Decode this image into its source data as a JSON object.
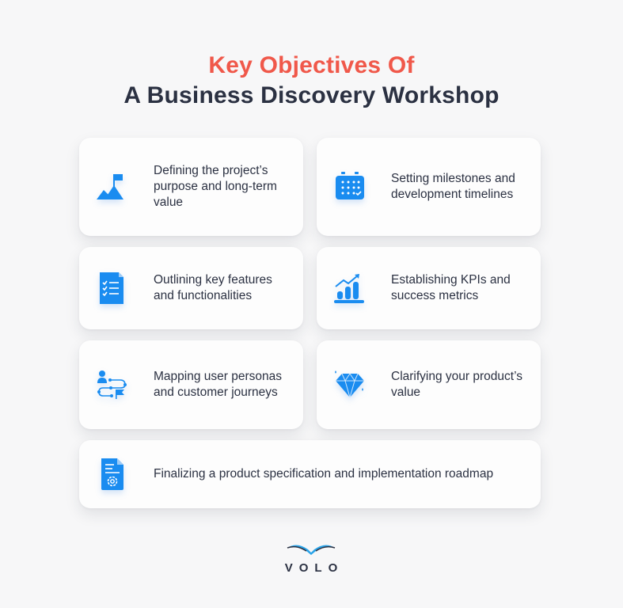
{
  "title": {
    "line1": "Key Objectives Of",
    "line2": "A Business Discovery Workshop"
  },
  "colors": {
    "accent_red": "#f0584a",
    "dark_text": "#2b3142",
    "icon_blue": "#1a8cf0",
    "background": "#f7f7f8"
  },
  "objectives": [
    {
      "icon": "mountain-flag-icon",
      "label": "Defining the project’s purpose and long-term value"
    },
    {
      "icon": "calendar-icon",
      "label": "Setting milestones and development timelines"
    },
    {
      "icon": "checklist-document-icon",
      "label": "Outlining key features and functionalities"
    },
    {
      "icon": "growth-chart-icon",
      "label": "Establishing KPIs and success metrics"
    },
    {
      "icon": "user-journey-icon",
      "label": "Mapping user personas and customer journeys"
    },
    {
      "icon": "diamond-icon",
      "label": "Clarifying your product’s value"
    },
    {
      "icon": "document-gear-icon",
      "label": "Finalizing a product specification and implementation roadmap"
    }
  ],
  "logo": {
    "text": "VOLO"
  }
}
